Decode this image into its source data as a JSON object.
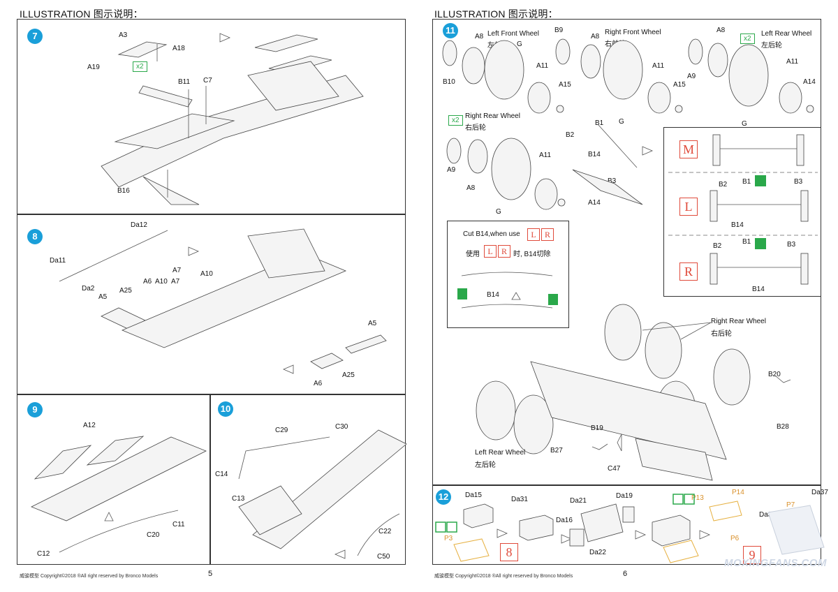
{
  "left_page": {
    "header": "ILLUSTRATION 图示说明：",
    "page_number": "5",
    "footer": "威骏模型  Copyright©2018  ®All right reserved by Bronco Models",
    "step7": {
      "number": "7",
      "qty": "x2",
      "labels": [
        "A3",
        "A18",
        "A19",
        "B11",
        "C7",
        "B16"
      ]
    },
    "step8": {
      "number": "8",
      "labels": [
        "Da12",
        "Da11",
        "Da2",
        "A5",
        "A25",
        "A6",
        "A10",
        "A7",
        "A10",
        "A7",
        "A5",
        "A6",
        "A25"
      ]
    },
    "step9": {
      "number": "9",
      "labels": [
        "A12",
        "C20",
        "C11",
        "C12"
      ]
    },
    "step10": {
      "number": "10",
      "labels": [
        "C29",
        "C30",
        "C14",
        "C13",
        "C22",
        "C50"
      ]
    }
  },
  "right_page": {
    "header": "ILLUSTRATION 图示说明：",
    "page_number": "6",
    "footer": "威骏模型  Copyright©2018  ®All right reserved by Bronco Models",
    "step11": {
      "number": "11",
      "wheels": [
        {
          "title": "Left Front Wheel",
          "title_cn": "左前轮",
          "labels": [
            "A8",
            "G",
            "B10",
            "A11",
            "A15"
          ]
        },
        {
          "title": "Right Front Wheel",
          "title_cn": "右前轮",
          "labels": [
            "B9",
            "A8",
            "A11",
            "A15",
            "G"
          ]
        },
        {
          "title": "Left Rear Wheel",
          "title_cn": "左后轮",
          "qty": "x2",
          "labels": [
            "A8",
            "A9",
            "A11",
            "A14",
            "G"
          ]
        },
        {
          "title": "Right Rear Wheel",
          "title_cn": "右后轮",
          "qty": "x2",
          "labels": [
            "A9",
            "A8",
            "A11",
            "G",
            "A14"
          ]
        }
      ],
      "axle_labels": [
        "B1",
        "B2",
        "B14",
        "B3"
      ],
      "variants": [
        {
          "marker": "M"
        },
        {
          "marker": "L",
          "labels": [
            "B2",
            "B1",
            "B3",
            "B14"
          ]
        },
        {
          "marker": "R",
          "labels": [
            "B2",
            "B1",
            "B3",
            "B14"
          ]
        }
      ],
      "cut_note": {
        "line1": "Cut B14,when use",
        "markers": [
          "L",
          "R"
        ],
        "line2_pre": "使用",
        "line2_post": "时, B14切除",
        "part": "B14"
      },
      "assembly": {
        "right_rear": "Right Rear Wheel",
        "right_rear_cn": "右后轮",
        "left_rear": "Left Rear Wheel",
        "left_rear_cn": "左后轮",
        "labels": [
          "B20",
          "B28",
          "B19",
          "B27",
          "C47"
        ]
      }
    },
    "step12": {
      "number": "12",
      "labels": [
        "Da15",
        "P3",
        "Da31",
        "Da21",
        "Da19",
        "Da16",
        "Da22",
        "P13",
        "P14",
        "P6",
        "P7",
        "Da37",
        "Da37"
      ],
      "markers": [
        "8",
        "9"
      ]
    },
    "watermark": "MOXINGFANS.COM"
  },
  "colors": {
    "step_blue": "#1a9fd9",
    "marker_red": "#e04a3a",
    "qty_green": "#2aa84a",
    "photo_etch_orange": "#d9902a"
  }
}
